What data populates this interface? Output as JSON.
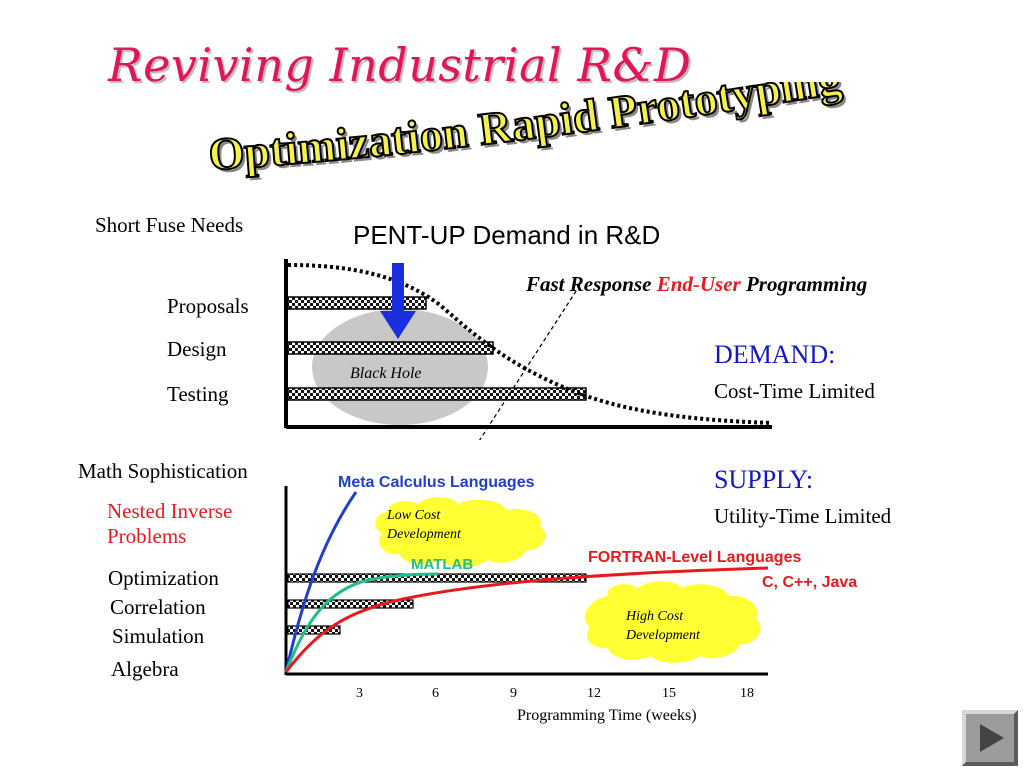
{
  "title": "Reviving Industrial R&D",
  "subtitle": "Optimization Rapid Prototyping",
  "upper": {
    "left_label": "Short Fuse Needs",
    "heading": "PENT-UP Demand in R&D",
    "rows": [
      "Proposals",
      "Design",
      "Testing"
    ],
    "black_hole": "Black Hole",
    "fast_response": {
      "part1": "Fast Response",
      "part2": "End-User",
      "part3": "Programming"
    },
    "demand_heading": "DEMAND:",
    "demand_text": "Cost-Time Limited"
  },
  "lower": {
    "left_label": "Math Sophistication",
    "nested": [
      "Nested Inverse",
      "Problems"
    ],
    "rows": [
      "Optimization",
      "Correlation",
      "Simulation",
      "Algebra"
    ],
    "supply_heading": "SUPPLY:",
    "supply_text": "Utility-Time Limited",
    "low_cost": [
      "Low Cost",
      "Development"
    ],
    "high_cost": [
      "High Cost",
      "Development"
    ],
    "curve_labels": {
      "meta": "Meta Calculus Languages",
      "matlab": "MATLAB",
      "fortran": "FORTRAN-Level Languages",
      "cpp": "C, C++, Java"
    },
    "x_ticks": [
      "3",
      "6",
      "9",
      "12",
      "15",
      "18"
    ],
    "x_label": "Programming Time (weeks)"
  },
  "colors": {
    "title": "#e0155a",
    "subtitle_fill": "#f6f04a",
    "meta": "#1f3fd0",
    "matlab": "#1fbf8a",
    "fortran": "#e8191f",
    "cloud": "#ffff33",
    "arrow": "#1a2fe0"
  },
  "nav_icon": "play-next-icon"
}
